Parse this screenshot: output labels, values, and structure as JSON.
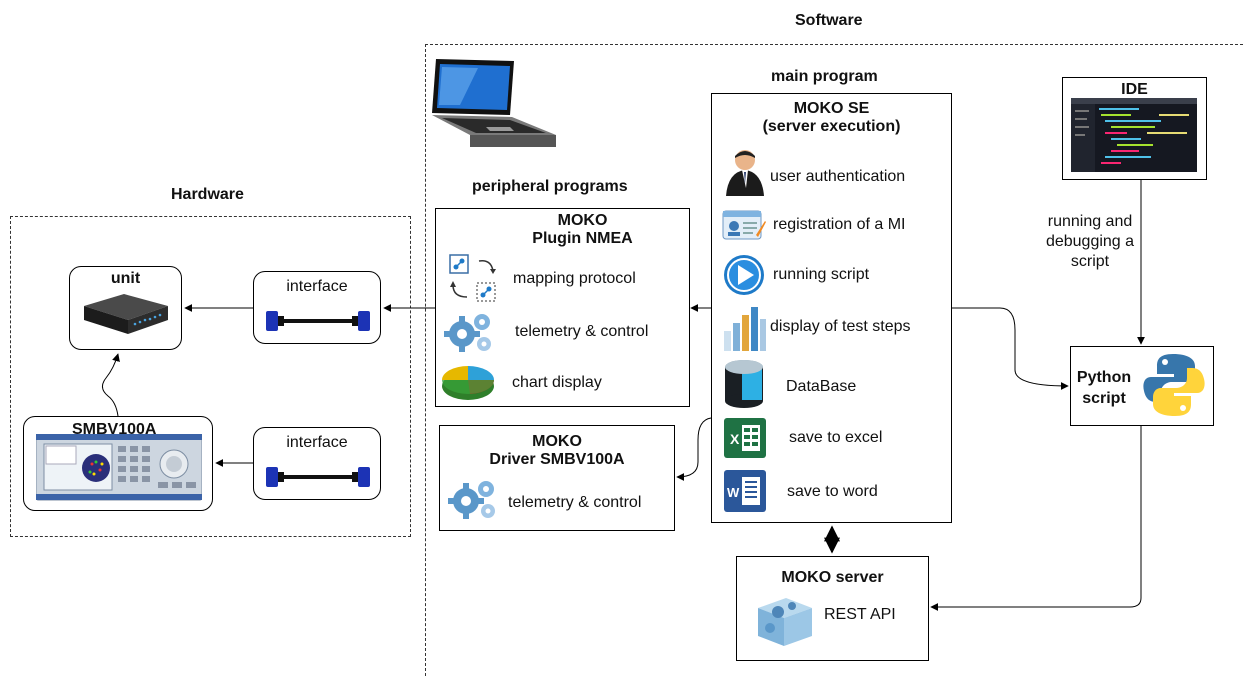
{
  "sections": {
    "software": "Software",
    "hardware": "Hardware"
  },
  "main_program": {
    "heading": "main program",
    "title_line1": "MOKO SE",
    "title_line2": "(server execution)",
    "items": [
      {
        "label": "user authentication",
        "icon": "user-icon"
      },
      {
        "label": "registration of a MI",
        "icon": "id-card-icon"
      },
      {
        "label": "running script",
        "icon": "play-icon"
      },
      {
        "label": "display of test steps",
        "icon": "bar-steps-icon"
      },
      {
        "label": "DataBase",
        "icon": "database-icon"
      },
      {
        "label": "save to excel",
        "icon": "excel-icon"
      },
      {
        "label": "save to word",
        "icon": "word-icon"
      }
    ]
  },
  "peripheral": {
    "heading": "peripheral programs",
    "plugin": {
      "title_line1": "MOKO",
      "title_line2": "Plugin NMEA",
      "items": [
        {
          "label": "mapping protocol",
          "icon": "mapping-icon"
        },
        {
          "label": "telemetry & control",
          "icon": "gears-icon"
        },
        {
          "label": "chart display",
          "icon": "pie-chart-icon"
        }
      ]
    },
    "driver": {
      "title_line1": "MOKO",
      "title_line2": "Driver SMBV100A",
      "items": [
        {
          "label": "telemetry & control",
          "icon": "gears-icon"
        }
      ]
    }
  },
  "ide": {
    "label": "IDE",
    "icon": "code-screen-icon"
  },
  "ide_note": {
    "line1": "running and",
    "line2": "debugging a",
    "line3": "script"
  },
  "python": {
    "line1": "Python",
    "line2": "script",
    "icon": "python-logo-icon"
  },
  "server": {
    "title": "MOKO server",
    "item": "REST API",
    "icon": "api-cube-icon"
  },
  "hardware": {
    "unit": {
      "label": "unit",
      "icon": "unit-device-icon"
    },
    "interface_top": {
      "label": "interface",
      "icon": "cable-icon"
    },
    "interface_bottom": {
      "label": "interface",
      "icon": "cable-icon"
    },
    "smbv": {
      "label": "SMBV100A",
      "icon": "signal-generator-icon"
    }
  },
  "colors": {
    "blue": "#1e7ac8",
    "excel": "#1f7244",
    "word": "#2b579a",
    "cable_blue": "#1c33b5"
  }
}
